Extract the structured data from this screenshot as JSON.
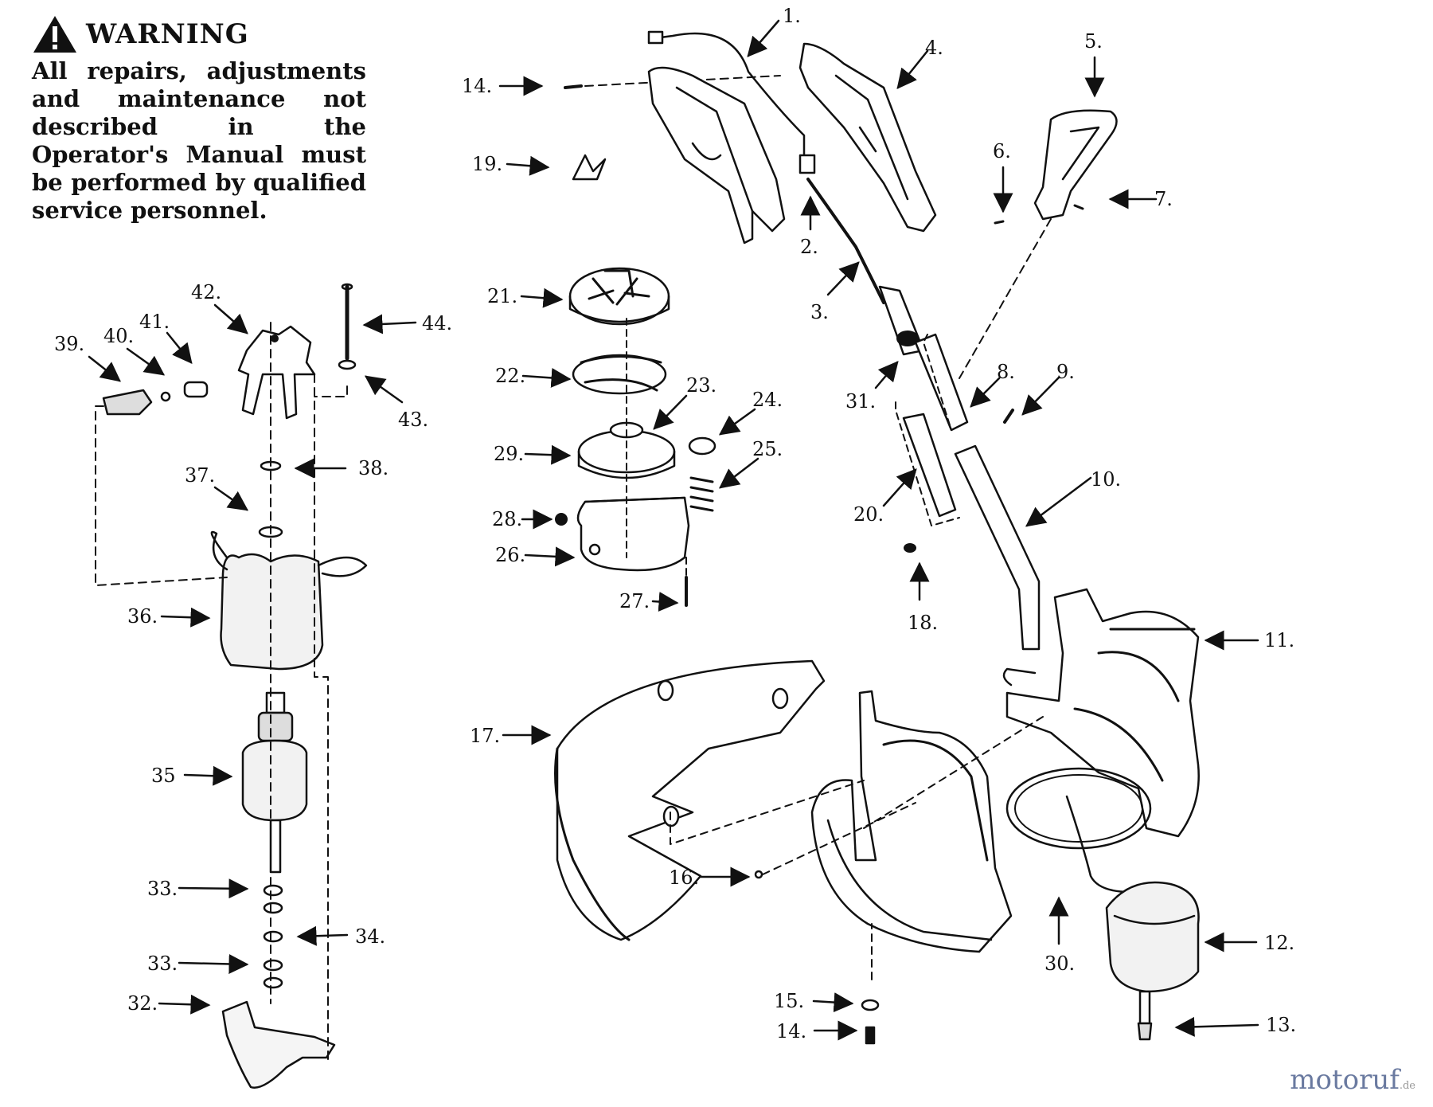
{
  "warning": {
    "title": "WARNING",
    "body": "All repairs, adjustments and maintenance not described in the Operator's Manual must be performed by qualified service personnel."
  },
  "callouts": [
    {
      "id": "c1",
      "text": "1."
    },
    {
      "id": "c2",
      "text": "2."
    },
    {
      "id": "c3",
      "text": "3."
    },
    {
      "id": "c4",
      "text": "4."
    },
    {
      "id": "c5",
      "text": "5."
    },
    {
      "id": "c6",
      "text": "6."
    },
    {
      "id": "c7",
      "text": "7."
    },
    {
      "id": "c8",
      "text": "8."
    },
    {
      "id": "c9",
      "text": "9."
    },
    {
      "id": "c10",
      "text": "10."
    },
    {
      "id": "c11",
      "text": "11."
    },
    {
      "id": "c12",
      "text": "12."
    },
    {
      "id": "c13",
      "text": "13."
    },
    {
      "id": "c14a",
      "text": "14."
    },
    {
      "id": "c14b",
      "text": "14."
    },
    {
      "id": "c15",
      "text": "15."
    },
    {
      "id": "c16",
      "text": "16."
    },
    {
      "id": "c17",
      "text": "17."
    },
    {
      "id": "c18",
      "text": "18."
    },
    {
      "id": "c19",
      "text": "19."
    },
    {
      "id": "c20",
      "text": "20."
    },
    {
      "id": "c21",
      "text": "21."
    },
    {
      "id": "c22",
      "text": "22."
    },
    {
      "id": "c23",
      "text": "23."
    },
    {
      "id": "c24",
      "text": "24."
    },
    {
      "id": "c25",
      "text": "25."
    },
    {
      "id": "c26",
      "text": "26."
    },
    {
      "id": "c27",
      "text": "27."
    },
    {
      "id": "c28",
      "text": "28."
    },
    {
      "id": "c29",
      "text": "29."
    },
    {
      "id": "c30",
      "text": "30."
    },
    {
      "id": "c31",
      "text": "31."
    },
    {
      "id": "c32",
      "text": "32."
    },
    {
      "id": "c33a",
      "text": "33."
    },
    {
      "id": "c33b",
      "text": "33."
    },
    {
      "id": "c34",
      "text": "34."
    },
    {
      "id": "c35",
      "text": "35"
    },
    {
      "id": "c36",
      "text": "36."
    },
    {
      "id": "c37",
      "text": "37."
    },
    {
      "id": "c38",
      "text": "38."
    },
    {
      "id": "c39",
      "text": "39."
    },
    {
      "id": "c40",
      "text": "40."
    },
    {
      "id": "c41",
      "text": "41."
    },
    {
      "id": "c42",
      "text": "42."
    },
    {
      "id": "c43",
      "text": "43."
    },
    {
      "id": "c44",
      "text": "44."
    }
  ],
  "watermark": {
    "main": "motoruf",
    "suffix": ".de"
  }
}
